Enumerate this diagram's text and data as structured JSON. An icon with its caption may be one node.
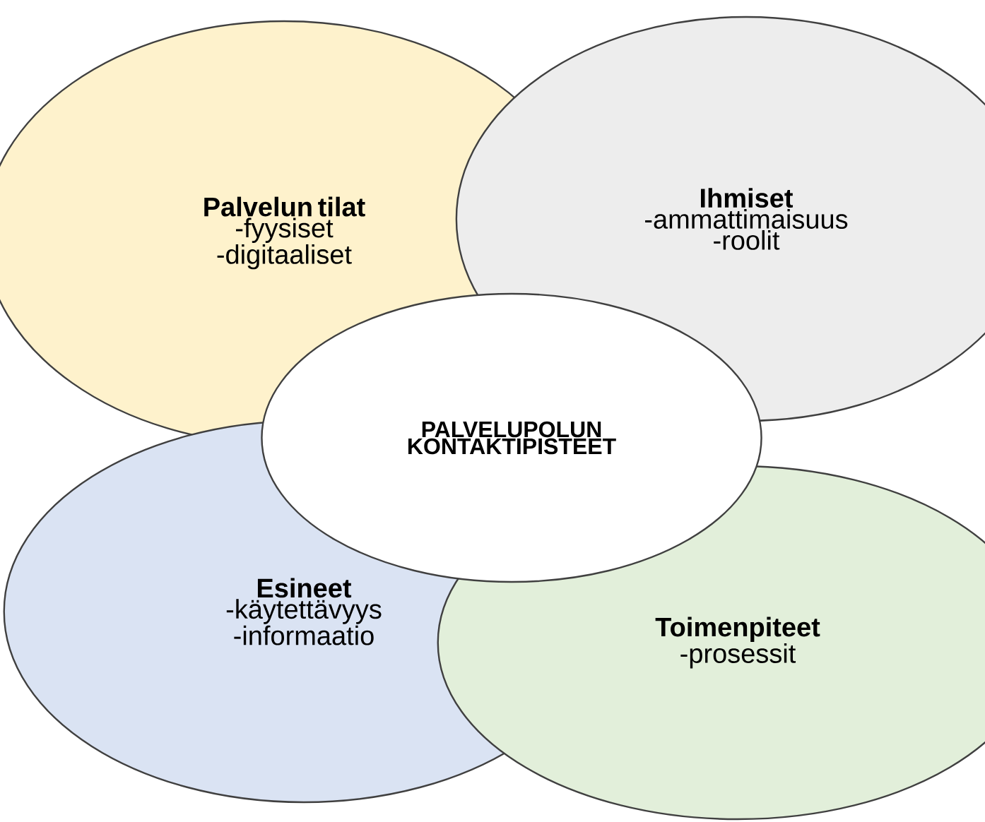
{
  "diagram": {
    "nodes": [
      {
        "text": [
          "Palvelun tilat",
          "-fyysiset",
          "-digitaaliset"
        ]
      },
      {
        "text": [
          "Ihmiset",
          "-ammattimaisuus",
          "-roolit"
        ]
      },
      {
        "text": [
          "PALVELUPOLUN KONTAKTIPISTEET"
        ]
      },
      {
        "text": [
          "Esineet",
          "-käytettävyys",
          "-informaatio"
        ]
      },
      {
        "text": [
          "Toimenpiteet",
          "-prosessit"
        ]
      }
    ]
  }
}
